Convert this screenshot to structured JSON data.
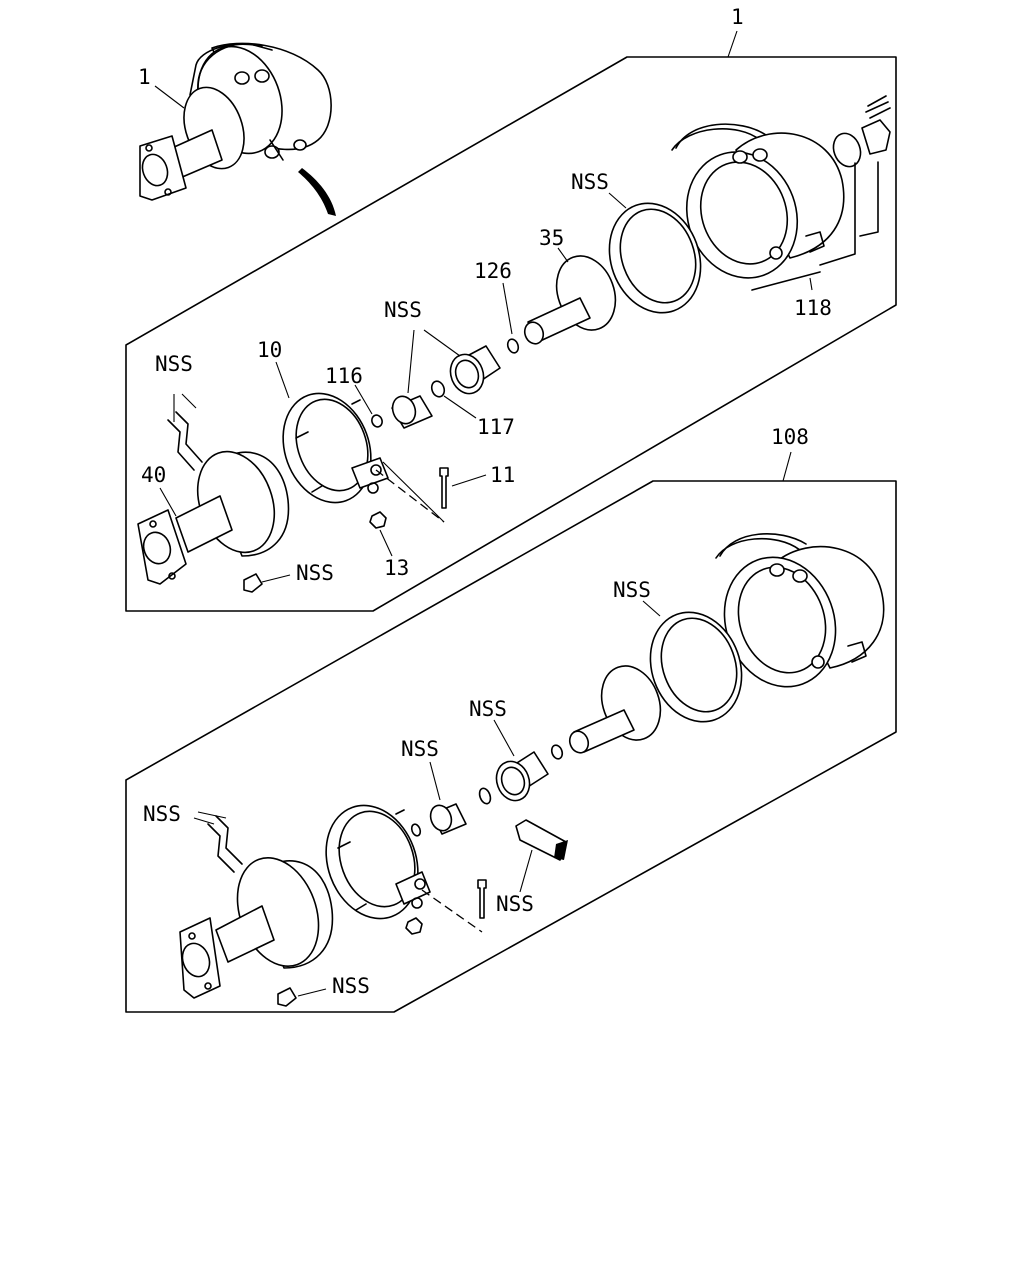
{
  "diagram": {
    "callouts": {
      "top_assembly": "1",
      "inset_part": "1",
      "lower_assembly": "108",
      "p118": "118",
      "nss_seal_top": "NSS",
      "p35": "35",
      "p126": "126",
      "nss_cups_top": "NSS",
      "p116": "116",
      "p117": "117",
      "p10": "10",
      "nss_tubes_top": "NSS",
      "p40": "40",
      "p11": "11",
      "p13": "13",
      "nss_plug_top": "NSS",
      "nss_seal_bottom": "NSS",
      "nss_cup_bottom": "NSS",
      "nss_bushing_bottom": "NSS",
      "nss_tubes_bottom": "NSS",
      "nss_tool_bottom": "NSS",
      "nss_plug_bottom": "NSS"
    }
  }
}
